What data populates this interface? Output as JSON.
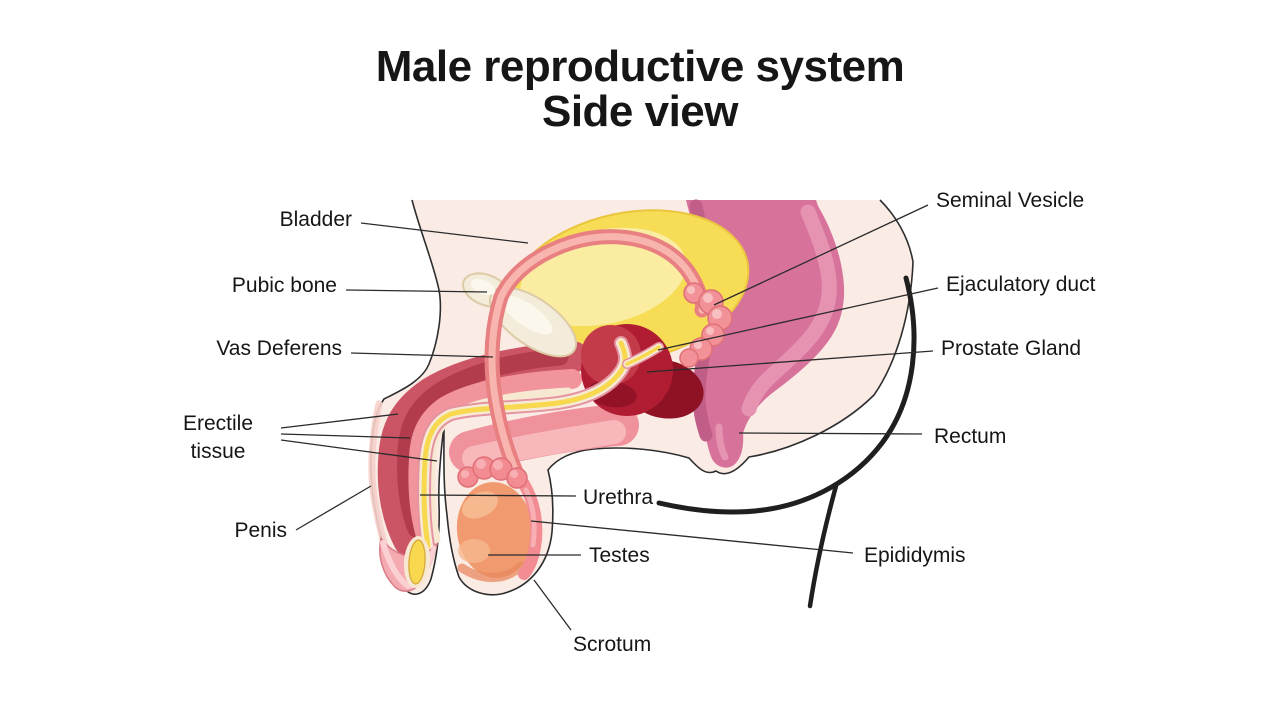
{
  "title": {
    "line1": "Male reproductive system",
    "line2": "Side view"
  },
  "labels": {
    "bladder": "Bladder",
    "pubic_bone": "Pubic bone",
    "vas_deferens": "Vas Deferens",
    "erectile_tissue_line1": "Erectile",
    "erectile_tissue_line2": "tissue",
    "penis": "Penis",
    "urethra": "Urethra",
    "testes": "Testes",
    "scrotum": "Scrotum",
    "seminal_vesicle": "Seminal Vesicle",
    "ejaculatory_duct": "Ejaculatory duct",
    "prostate_gland": "Prostate Gland",
    "rectum": "Rectum",
    "epididymis": "Epididymis"
  },
  "colors": {
    "background": "#FFFFFF",
    "body_fill": "#FAEBE5",
    "outline_dark": "#2E2E2E",
    "contour_black": "#1F1F1F",
    "bladder_yellow": "#F7DC55",
    "bladder_highlight": "#FAEDA2",
    "rectum_pink": "#D7729A",
    "rectum_dark": "#C05E88",
    "rectum_light": "#E693B2",
    "prostate_red": "#B01D33",
    "prostate_dark": "#8E1124",
    "urethra_yellow": "#F7D84E",
    "sheath_cream": "#F7EAD4",
    "vas_pink": "#E87F80",
    "vas_light": "#F8B4AE",
    "erectile_dark_red": "#CB5565",
    "erectile_core": "#B23B4C",
    "penis_pink": "#F2949C",
    "bulb_salmon": "#EF929B",
    "glans_pink": "#F5A9B1",
    "testis_orange": "#F19A6F",
    "epididymis_pink": "#F28B92",
    "bone_cream": "#F4ECDA",
    "label_text": "#161616"
  }
}
